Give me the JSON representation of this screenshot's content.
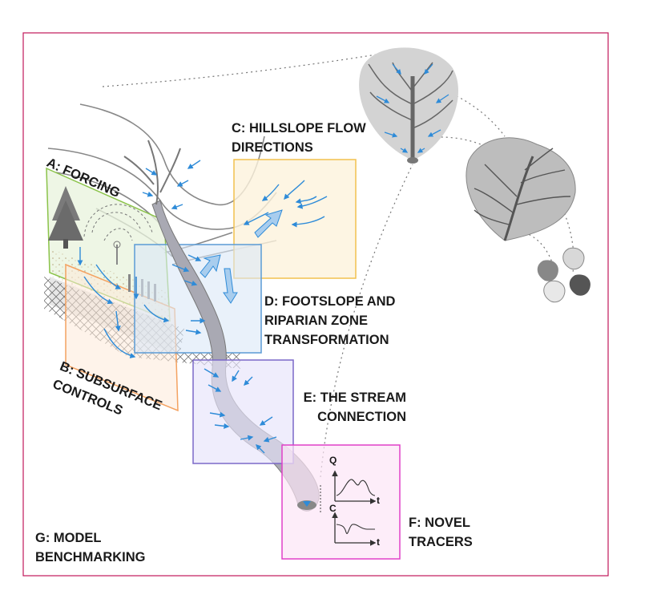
{
  "labels": {
    "a": "A: FORCING",
    "b": "B: SUBSURFACE\nCONTROLS",
    "c": "C: HILLSLOPE FLOW\nDIRECTIONS",
    "d": "D: FOOTSLOPE AND\nRIPARIAN ZONE\nTRANSFORMATION",
    "e": "E: THE STREAM\nCONNECTION",
    "f": "F: NOVEL\nTRACERS",
    "g": "G: MODEL\nBENCHMARKING"
  },
  "graphs": {
    "top_y": "Q",
    "top_x": "t",
    "bottom_y": "C",
    "bottom_x": "t"
  },
  "colors": {
    "frame": "#c2185b",
    "forcing_box": "#8bc34a",
    "subsurface_box": "#f4a261",
    "hillslope_box": "#f2c14e",
    "riparian_box": "#5b9bd5",
    "stream_box": "#7b68c8",
    "tracer_box": "#e040c8",
    "arrows": "#2e8bd8",
    "stream": "#a9a9b3"
  }
}
